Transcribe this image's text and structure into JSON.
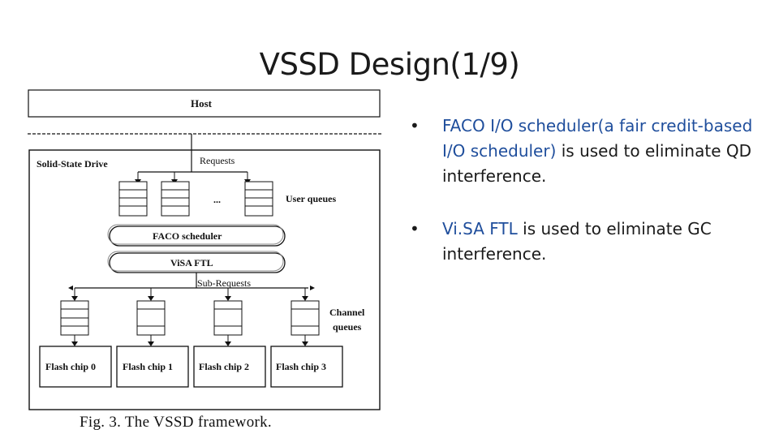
{
  "slide": {
    "title": "VSSD Design(1/9)"
  },
  "diagram": {
    "host_label": "Host",
    "ssd_label": "Solid-State Drive",
    "requests_label": "Requests",
    "ellipsis": "...",
    "user_queues_label": "User queues",
    "faco_label": "FACO scheduler",
    "visa_label": "ViSA FTL",
    "subrequests_label": "Sub-Requests",
    "channel_label_line1": "Channel",
    "channel_label_line2": "queues",
    "chips": [
      "Flash chip 0",
      "Flash chip 1",
      "Flash chip 2",
      "Flash chip 3"
    ],
    "caption": "Fig. 3. The VSSD framework."
  },
  "bullets": [
    {
      "marker": "•",
      "highlight": "FACO I/O scheduler(a fair credit-based I/O scheduler)",
      "rest": " is used to eliminate QD interference."
    },
    {
      "marker": "•",
      "highlight": "Vi.SA FTL",
      "rest": " is used to eliminate GC interference."
    }
  ]
}
